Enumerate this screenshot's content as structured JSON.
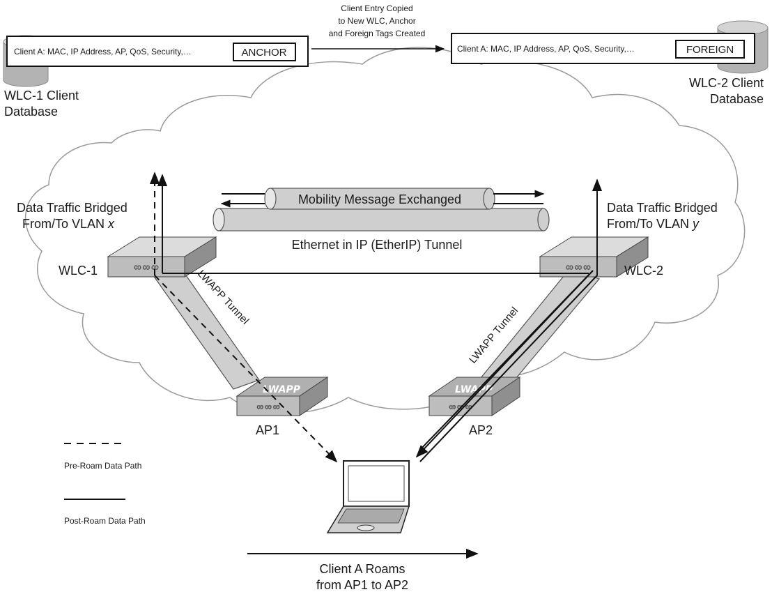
{
  "top": {
    "copy_note_1": "Client Entry Copied",
    "copy_note_2": "to New WLC, Anchor",
    "copy_note_3": "and Foreign Tags Created",
    "wlc1_entry": "Client A: MAC, IP Address, AP, QoS, Security,…",
    "wlc1_tag": "ANCHOR",
    "wlc2_entry": "Client A: MAC, IP Address, AP, QoS, Security,…",
    "wlc2_tag": "FOREIGN",
    "wlc1_db_1": "WLC-1 Client",
    "wlc1_db_2": "Database",
    "wlc2_db_1": "WLC-2 Client",
    "wlc2_db_2": "Database"
  },
  "left_bridge": {
    "line1": "Data Traffic Bridged",
    "line2_prefix": "From/To VLAN ",
    "vlan": "x"
  },
  "right_bridge": {
    "line1": "Data Traffic Bridged",
    "line2_prefix": "From/To VLAN ",
    "vlan": "y"
  },
  "controllers": {
    "wlc1": "WLC-1",
    "wlc2": "WLC-2"
  },
  "tunnels": {
    "mobility": "Mobility Message Exchanged",
    "etherip": "Ethernet in IP (EtherIP) Tunnel",
    "lwapp_left": "LWAPP Tunnel",
    "lwapp_right": "LWAPP Tunnel"
  },
  "aps": {
    "ap1": "AP1",
    "ap2": "AP2",
    "ap1_brand": "LWAPP",
    "ap2_brand": "LWAPP"
  },
  "legend": {
    "pre": "Pre-Roam Data Path",
    "post": "Post-Roam Data Path"
  },
  "roam": {
    "line1": "Client A Roams",
    "line2": "from AP1 to AP2"
  },
  "colors": {
    "tunnel_fill": "#cfcfcf",
    "device_fill": "#bdbdbd",
    "cloud_stroke": "#9a9a9a",
    "line": "#111111"
  },
  "icons": [
    "database-icon",
    "switch-icon",
    "access-point-icon",
    "laptop-icon",
    "arrow-icon"
  ]
}
